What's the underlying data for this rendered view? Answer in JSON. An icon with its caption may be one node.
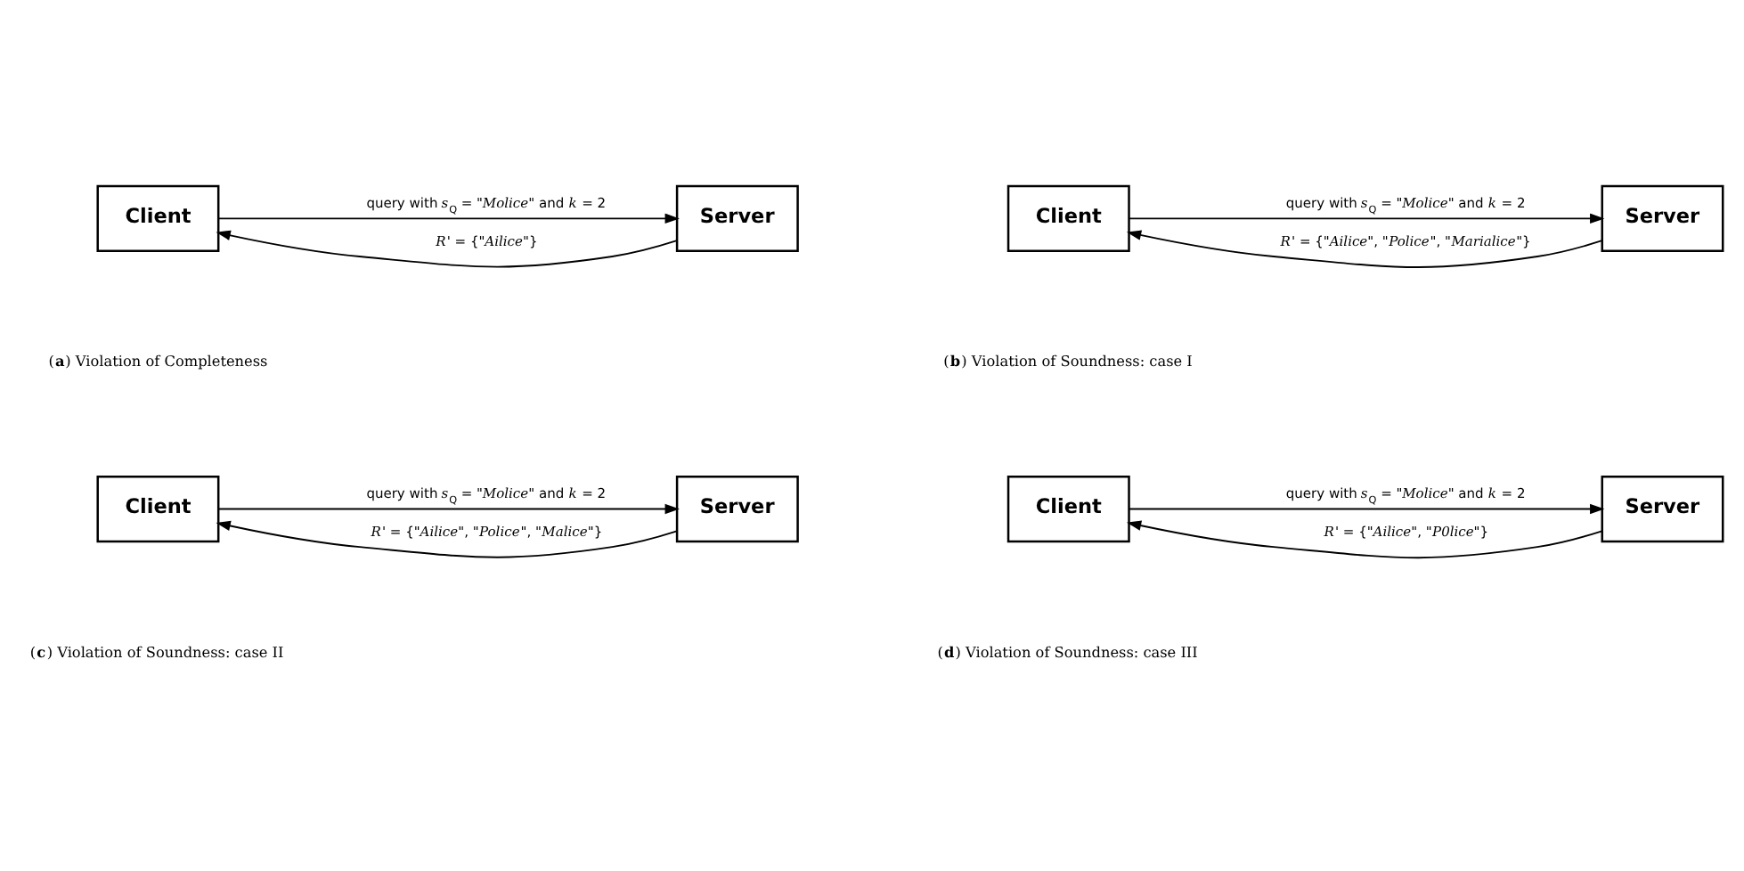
{
  "diagram": {
    "nodes": [
      {
        "text": [
          "Client"
        ]
      },
      {
        "text": [
          "Server"
        ]
      },
      {
        "text": [
          "Client"
        ]
      },
      {
        "text": [
          "Server"
        ]
      },
      {
        "text": [
          "Client"
        ]
      },
      {
        "text": [
          "Server"
        ]
      },
      {
        "text": [
          "Client"
        ]
      },
      {
        "text": [
          "Server"
        ]
      }
    ],
    "edges": [
      {
        "from": 0,
        "to": 1,
        "arrow": "to",
        "label": "query with *s*$_{Q}$ = \"*Molice*\" and *k* = 2"
      },
      {
        "from": 1,
        "to": 0,
        "arrow": "to",
        "label": "*R*' = {\"*Ailice*\"}"
      },
      {
        "from": 2,
        "to": 3,
        "arrow": "to",
        "label": "query with *s*$_{Q}$ = \"*Molice*\" and *k* = 2"
      },
      {
        "from": 3,
        "to": 2,
        "arrow": "to",
        "label": "*R*' = {\"*Ailice*\", \"*Police*\", \"*Marialice*\"}"
      },
      {
        "from": 4,
        "to": 5,
        "arrow": "to",
        "label": "query with *s*$_{Q}$ = \"*Molice*\" and *k* = 2"
      },
      {
        "from": 5,
        "to": 4,
        "arrow": "to",
        "label": "*R*' = {\"*Ailice*\", \"*Police*\", \"*Malice*\"}"
      },
      {
        "from": 6,
        "to": 7,
        "arrow": "to",
        "label": "query with *s*$_{Q}$ = \"*Molice*\" and *k* = 2"
      },
      {
        "from": 7,
        "to": 6,
        "arrow": "to",
        "label": "*R*' = {\"*Ailice*\", \"*P0lice*\"}"
      }
    ],
    "labels": [
      "(**a**) Violation of Completeness",
      "(**b**) Violation of Soundness: case I",
      "(**c**) Violation of Soundness: case II",
      "(**d**) Violation of Soundness: case III"
    ]
  }
}
